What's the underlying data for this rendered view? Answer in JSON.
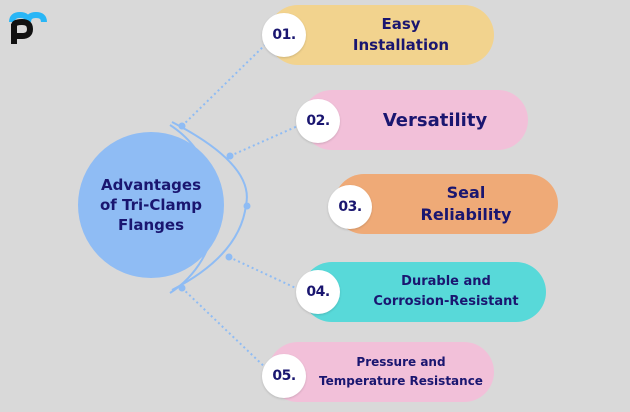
{
  "logo": {
    "icon": "pm-logo-icon",
    "colors": {
      "top": "#29b6f6",
      "bottom": "#111111"
    }
  },
  "hub": {
    "title": "Advantages\nof Tri-Clamp\nFlanges",
    "color": "#8fbcf4"
  },
  "items": [
    {
      "number": "01.",
      "label": "Easy\nInstallation",
      "color": "#f2d38e"
    },
    {
      "number": "02.",
      "label": "Versatility",
      "color": "#f2c0d9"
    },
    {
      "number": "03.",
      "label": "Seal\nReliability",
      "color": "#efaa77"
    },
    {
      "number": "04.",
      "label": "Durable and\nCorrosion-Resistant",
      "color": "#58d9d9"
    },
    {
      "number": "05.",
      "label": "Pressure and\nTemperature Resistance",
      "color": "#f2c0d9"
    }
  ],
  "colors": {
    "text": "#1a1670",
    "background": "#d9d9d9",
    "connector": "#8fbcf4"
  }
}
